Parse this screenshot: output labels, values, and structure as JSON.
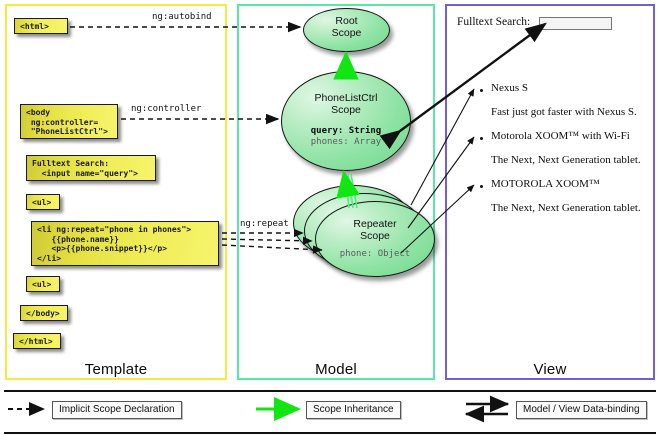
{
  "panels": [
    {
      "id": "template",
      "label": "Template",
      "border_color": "#f2ec3a"
    },
    {
      "id": "model",
      "label": "Model",
      "border_color": "#57e8a6"
    },
    {
      "id": "view",
      "label": "View",
      "border_color": "#6f5fe0"
    }
  ],
  "template": {
    "boxes": [
      {
        "name": "html-open-box",
        "text": "<html>"
      },
      {
        "name": "body-controller-box",
        "text": "<body\n ng:controller=\n \"PhoneListCtrl\">"
      },
      {
        "name": "fulltext-search-box",
        "text": "Fulltext Search:\n  <input name=\"query\">"
      },
      {
        "name": "ul-open-box",
        "text": "<ul>"
      },
      {
        "name": "li-repeat-box",
        "text": "<li ng:repeat=\"phone in phones\">\n   {{phone.name}}\n   <p>{{phone.snippet}}</p>\n</li>"
      },
      {
        "name": "ul-close-box",
        "text": "<ul>"
      },
      {
        "name": "body-close-box",
        "text": "</body>"
      },
      {
        "name": "html-close-box",
        "text": "</html>"
      }
    ]
  },
  "model": {
    "scopes": [
      {
        "name": "root-scope",
        "title_line1": "Root",
        "title_line2": "Scope",
        "props": []
      },
      {
        "name": "phonelistctrl-scope",
        "title_line1": "PhoneListCtrl",
        "title_line2": "Scope",
        "props": [
          {
            "text": "query: String",
            "style": "bold"
          },
          {
            "text": "phones: Array",
            "style": "grey"
          }
        ]
      },
      {
        "name": "repeater-scope",
        "title_line1": "Repeater",
        "title_line2": "Scope",
        "props": [
          {
            "text": "phone: Object",
            "style": "grey"
          }
        ]
      }
    ]
  },
  "edges": [
    {
      "name": "ng-autobind-label",
      "label": "ng:autobind"
    },
    {
      "name": "ng-controller-label",
      "label": "ng:controller"
    },
    {
      "name": "ng-repeat-label",
      "label": "ng:repeat"
    }
  ],
  "view": {
    "search_label": "Fulltext Search:",
    "search_value": "",
    "search_placeholder": "",
    "phones": [
      {
        "name": "Nexus S",
        "snippet": "Fast just got faster with Nexus S."
      },
      {
        "name": "Motorola XOOM™  with Wi-Fi",
        "snippet": "The Next, Next Generation tablet."
      },
      {
        "name": "MOTOROLA XOOM™",
        "snippet": "The Next, Next Generation tablet."
      }
    ]
  },
  "legend": [
    {
      "name": "legend-implicit-scope",
      "label": "Implicit Scope Declaration",
      "glyph": "dashed-arrow",
      "color": "#111111"
    },
    {
      "name": "legend-scope-inheritance",
      "label": "Scope Inheritance",
      "glyph": "green-arrow",
      "color": "#12e612"
    },
    {
      "name": "legend-data-binding",
      "label": "Model / View Data-binding",
      "glyph": "double-arrow",
      "color": "#111111"
    }
  ],
  "colors": {
    "template_border": "#f2ec3a",
    "model_border": "#57e8a6",
    "view_border": "#6f5fe0",
    "scope_fill": "#8ee3a4",
    "code_fill": "#eeea55",
    "inheritance_arrow": "#12e612"
  }
}
